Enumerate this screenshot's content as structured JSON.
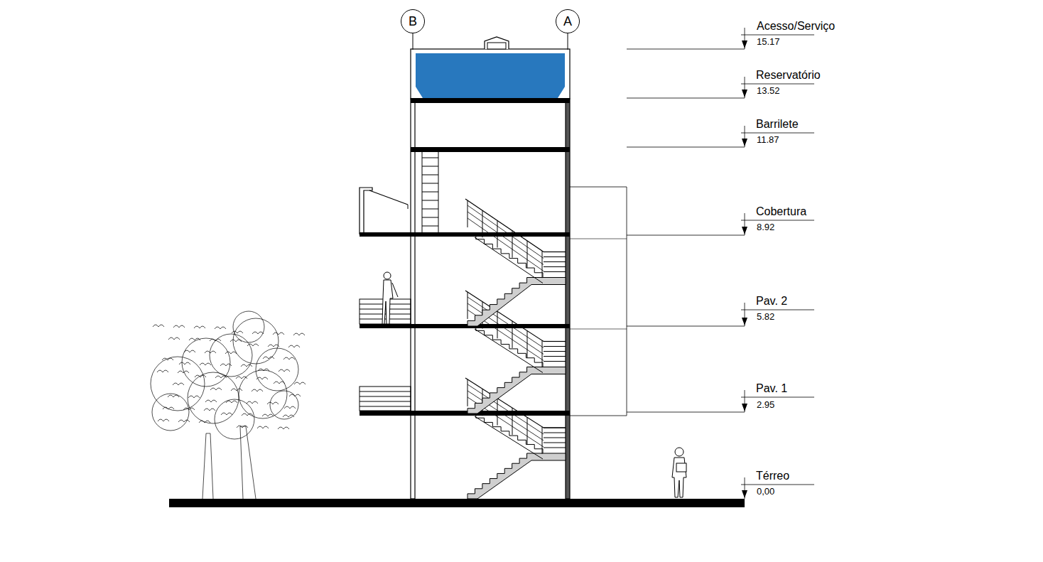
{
  "diagram": {
    "nodes": [
      {
        "text": [
          "B"
        ]
      },
      {
        "text": [
          "A"
        ]
      }
    ],
    "labels": [
      "Acesso/Serviço",
      "15.17",
      "Reservatório",
      "13.52",
      "Barrilete",
      "11.87",
      "Cobertura",
      "8.92",
      "Pav. 2",
      "5.82",
      "Pav. 1",
      "2.95",
      "Térreo",
      "0,00"
    ]
  }
}
